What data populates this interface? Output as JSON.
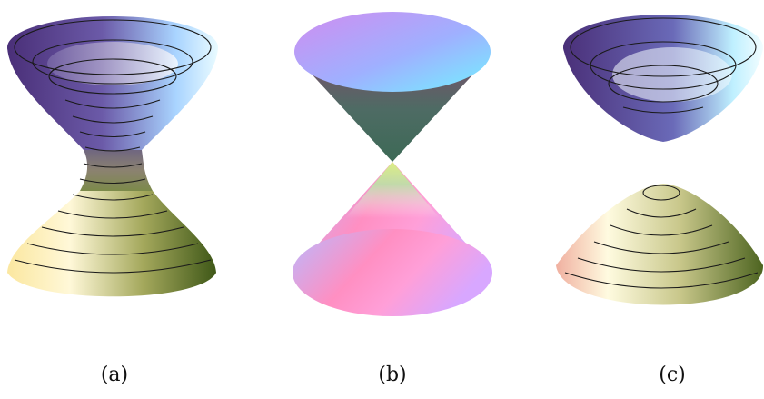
{
  "panels": [
    {
      "id": "a",
      "caption": "(a)",
      "surface": "hyperboloid-of-one-sheet",
      "contour_lines": true
    },
    {
      "id": "b",
      "caption": "(b)",
      "surface": "double-cone",
      "contour_lines": false
    },
    {
      "id": "c",
      "caption": "(c)",
      "surface": "hyperboloid-of-two-sheets",
      "contour_lines": true
    }
  ],
  "colors": {
    "top_purple": "#5b3d8f",
    "top_light": "#dff6ff",
    "bottom_yellow": "#fff2b0",
    "bottom_green": "#4b5f1a",
    "cone_pink": "#f08ad8",
    "cone_blue": "#9fb6ff",
    "contour": "#1a1a1a"
  }
}
